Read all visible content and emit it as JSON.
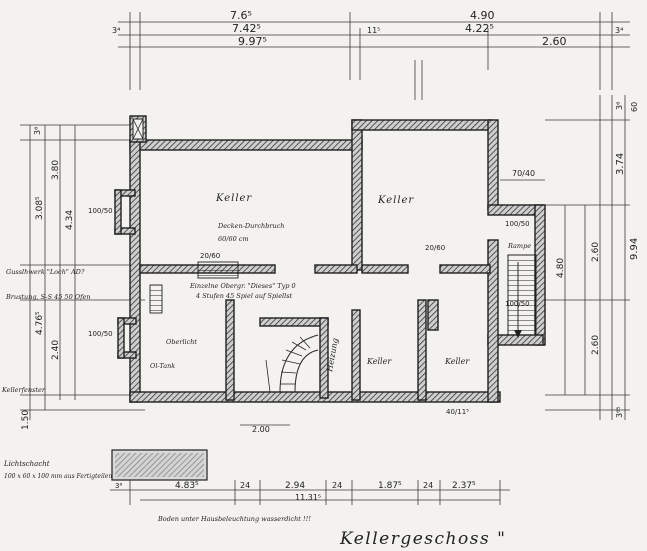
{
  "dims_top": {
    "row1_left": "7.6⁵",
    "row1_right": "4.90",
    "row2_left": "7.42⁵",
    "row2_right": "4.22⁵",
    "row3_left": "9.97⁵",
    "row3_right": "2.60",
    "small_1": "3⁴",
    "small_2": "11⁵",
    "small_3": "3⁴"
  },
  "dims_right": {
    "r1": "3.74",
    "r2": "9.94",
    "r3": "4.80",
    "r4": "2.60",
    "r5": "2.60",
    "r6": "3⁶",
    "r7": "3⁶⁵",
    "r8": "60"
  },
  "dims_left": {
    "l1": "3.08⁵",
    "l2": "3.80",
    "l3": "4.34",
    "l4": "4.76⁵",
    "l5": "2.40",
    "l6": "1.50",
    "l7": "3⁶"
  },
  "dims_bottom": {
    "b1": "4.83⁵",
    "b2": "24",
    "b3": "2.94",
    "b4": "24",
    "b5": "1.87⁵",
    "b6": "24",
    "b7": "2.37⁵",
    "b8": "11.31⁵",
    "b9": "2.00",
    "b10": "3⁶"
  },
  "rooms": {
    "keller_1": "Keller",
    "keller_2": "Keller",
    "keller_3": "Keller",
    "keller_4": "Keller",
    "heizung": "Heizung"
  },
  "notes": {
    "n1": "Decken-Durchbruch",
    "n2": "60/60 cm",
    "n3": "Einzelne Obergr. \"Dieses\" Typ 0",
    "n4": "4 Stufen 45 Spiel auf Spiellst",
    "n5": "Gusslhwerk \"Loch\" AD?",
    "n6": "Brustung, S-S 45 50 Ofen",
    "n7": "Oberlicht",
    "n8": "Lichtschacht",
    "n9": "100 x 60 x 100 mm aus Fertigteilen",
    "n10": "Boden unter Hausbeleuchtung wasserdicht !!!",
    "n11": "Ol-Tank",
    "n12": "Kellerfenster",
    "n13": "Rampe"
  },
  "window_labels": {
    "w1": "100/50",
    "w2": "100/50",
    "w3": "100/50",
    "w4": "100/50",
    "w5": "20/60",
    "w6": "20/60",
    "w7": "70/40",
    "w8": "40/11⁵"
  },
  "title": "Kellergeschoss \""
}
